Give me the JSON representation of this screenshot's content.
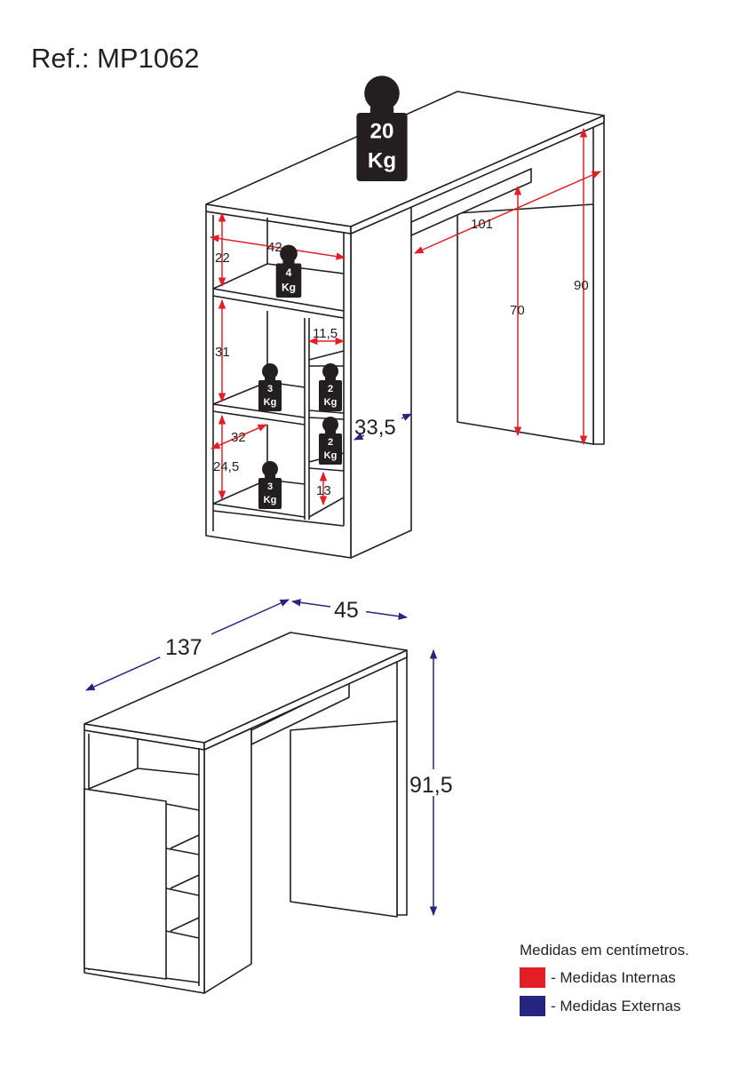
{
  "title": "Ref.: MP1062",
  "colors": {
    "internal": "#e31e24",
    "external": "#262680",
    "line": "#231f20"
  },
  "top_view": {
    "dims_internal": {
      "width_shelf": "42",
      "h_top": "22",
      "h_mid": "31",
      "depth": "32",
      "h_bottom": "24,5",
      "niche_width": "11,5",
      "niche_h": "13",
      "table_width": "101",
      "table_h": "70",
      "leg_h": "90"
    },
    "dims_external": {
      "cabinet_depth": "33,5"
    },
    "weights": [
      {
        "value": "20",
        "unit": "Kg"
      },
      {
        "value": "4",
        "unit": "Kg"
      },
      {
        "value": "3",
        "unit": "Kg"
      },
      {
        "value": "2",
        "unit": "Kg"
      },
      {
        "value": "2",
        "unit": "Kg"
      },
      {
        "value": "3",
        "unit": "Kg"
      }
    ]
  },
  "bottom_view": {
    "dims_external": {
      "length": "137",
      "depth": "45",
      "height": "91,5"
    }
  },
  "legend": {
    "note": "Medidas em centímetros.",
    "internal": "- Medidas Internas",
    "external": "- Medidas Externas"
  }
}
